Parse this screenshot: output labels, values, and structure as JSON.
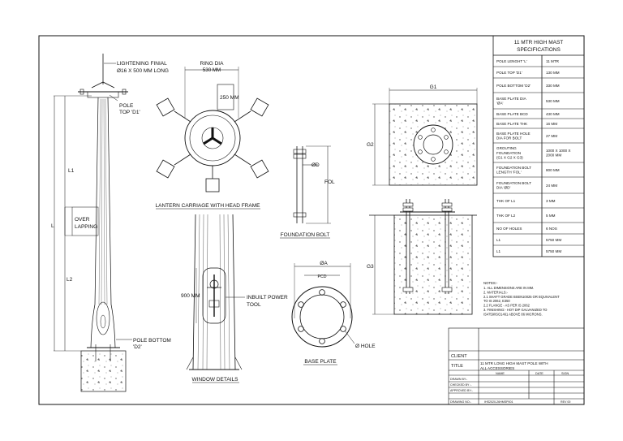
{
  "spec": {
    "title_line1": "11 MTR HIGH MAST",
    "title_line2": "SPECIFICATIONS",
    "rows": [
      {
        "label": [
          "POLE LENGHT 'L'"
        ],
        "value": [
          "11 MTR"
        ]
      },
      {
        "label": [
          "POLE TOP 'D1'"
        ],
        "value": [
          "130 MM"
        ]
      },
      {
        "label": [
          "POLE BOTTOM 'D2'"
        ],
        "value": [
          "330 MM"
        ]
      },
      {
        "label": [
          "BASE PLATE DIA",
          "'ØA'"
        ],
        "value": [
          "530 MM"
        ]
      },
      {
        "label": [
          "BASE PLATE BCD"
        ],
        "value": [
          "430 MM"
        ]
      },
      {
        "label": [
          "BASE PLATE THK"
        ],
        "value": [
          "16 MM"
        ]
      },
      {
        "label": [
          "BASE PLATE HOLE",
          "DIA FOR BOLT"
        ],
        "value": [
          "27 MM"
        ]
      },
      {
        "label": [
          "GROUTING",
          "FOUNDATION",
          "(G1 X G2 X G3)"
        ],
        "value": [
          "1000 X 1000 X",
          "2000 MM"
        ]
      },
      {
        "label": [
          "FOUNDATION BOLT",
          "LENGTH 'FOL'"
        ],
        "value": [
          "800 MM"
        ]
      },
      {
        "label": [
          "FOUNDATION BOLT",
          "DIA 'ØD'"
        ],
        "value": [
          "24 MM"
        ]
      },
      {
        "label": [
          "THK OF L1"
        ],
        "value": [
          "3 MM"
        ]
      },
      {
        "label": [
          "THK OF L2"
        ],
        "value": [
          "5 MM"
        ]
      },
      {
        "label": [
          "NO OF HOLES"
        ],
        "value": [
          "6 NOS"
        ]
      },
      {
        "label": [
          "L1"
        ],
        "value": [
          "5750 MM"
        ]
      },
      {
        "label": [
          "L1"
        ],
        "value": [
          "5750 MM"
        ]
      }
    ]
  },
  "notes": {
    "heading": "NOTES:-",
    "lines": [
      "1.   ALL DIMENSIONS ARE IN MM.",
      "2.   MATERIALS:-",
      "      2.1 SHAFT GRADE BSEN10025 OR EQUIVALENT",
      "            TO IS 2062, E350",
      "      2.2 FLANGE - AS PER IS 2062",
      "3.   FINISHING:- HOT DIP GALVANIZED TO",
      "      IS4759/ISO1461 ABOVE 86 MICRONS."
    ]
  },
  "title_block": {
    "client_label": "CLIENT",
    "client_value": "",
    "title_label": "TITLE",
    "title_value_1": "11 MTR LONG HIGH MAST POLE WITH",
    "title_value_2": "ALL ACCESSORIES",
    "col_name": "NAME",
    "col_date": "DATE",
    "col_sign": "SIGN",
    "drawn_by": "DRAWN BY:-",
    "checked_by": "CHECKED BY :-",
    "approved_by": "APPROVED BY:-",
    "drawing_no_label": "DRAWING NO:-",
    "drawing_no_value": "IHS2020-26HMSP001",
    "rev": "REV 00"
  },
  "labels": {
    "lightening_1": "LIGHTENING FINIAL",
    "lightening_2": "Ø16 X 500 MM LONG",
    "pole_top_1": "POLE",
    "pole_top_2": "TOP 'D1'",
    "l1": "L1",
    "l": "L",
    "overlap_1": "OVER",
    "overlap_2": "LAPPING",
    "l2": "L2",
    "pole_bottom_1": "POLE BOTTOM",
    "pole_bottom_2": "'D2'",
    "ring_dia_1": "RING DIA",
    "ring_dia_2": "530 MM",
    "ring_250": "250 MM",
    "lantern_title": "LANTERN CARRIAGE WITH HEAD FRAME",
    "dim_900": "900 MM",
    "inbuilt_1": "INBUILT POWER",
    "inbuilt_2": "TOOL",
    "window_title": "WINDOW DETAILS",
    "od": "ØD",
    "fol": "FOL",
    "bolt_title": "FOUNDATION BOLT",
    "oa": "ØA",
    "pcd": "PCD",
    "hole": "Ø HOLE",
    "baseplate_title": "BASE PLATE",
    "g1": "G1",
    "g2": "G2",
    "g3": "G3"
  }
}
